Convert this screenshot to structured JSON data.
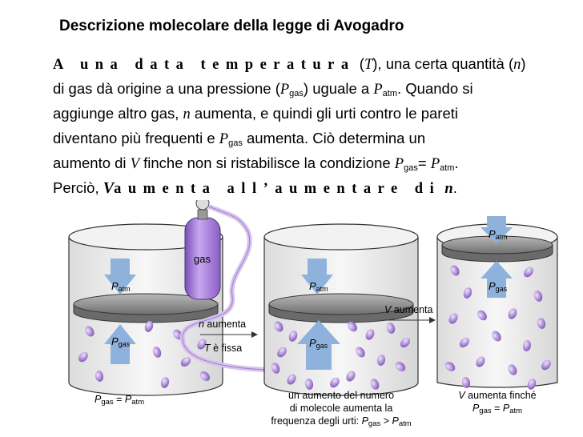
{
  "title": "Descrizione molecolare della legge di Avogadro",
  "paragraph": {
    "l1_spaced": "A una data temperatura",
    "l1_T": "T",
    "l1_mid": "), una certa quantità (",
    "l1_n": "n",
    "l1_end": ")",
    "l2_start": "di gas dà origine a una pressione (",
    "l2_P": "P",
    "l2_gas": "gas",
    "l2_mid": ") uguale a ",
    "l2_P2": "P",
    "l2_atm": "atm",
    "l2_end": ". Quando si",
    "l3_start": "aggiunge altro gas, ",
    "l3_n": "n",
    "l3_end": " aumenta, e quindi gli urti contro le pareti",
    "l4_start": "diventano più frequenti e ",
    "l4_P": "P",
    "l4_gas": "gas",
    "l4_end": " aumenta. Ciò determina un",
    "l5_start": "aumento di ",
    "l5_V": "V",
    "l5_mid": " finche non si ristabilisce la condizione ",
    "l5_P": "P",
    "l5_gas": "gas",
    "l5_eq": "= ",
    "l5_P2": "P",
    "l5_atm": "atm",
    "l5_end": ".",
    "l6_start": "Perciò, ",
    "l6_V": "V",
    "l6_spaced": "aumenta all’aumentare di",
    "l6_n": "n",
    "l6_end": "."
  },
  "figure": {
    "cyl1": {
      "patm_P": "P",
      "patm_sub": "atm",
      "pgas_P": "P",
      "pgas_sub": "gas"
    },
    "tank_label": "gas",
    "arrow1": {
      "n": "n",
      "text": " aumenta",
      "T": "T",
      "text2": " è fissa"
    },
    "cyl2": {
      "patm_P": "P",
      "patm_sub": "atm",
      "pgas_P": "P",
      "pgas_sub": "gas"
    },
    "arrow2": {
      "V": "V",
      "text": " aumenta"
    },
    "cyl3": {
      "patm_P": "P",
      "patm_sub": "atm",
      "pgas_P": "P",
      "pgas_sub": "gas"
    },
    "cap1": {
      "P1": "P",
      "s1": "gas",
      "eq": " = ",
      "P2": "P",
      "s2": "atm"
    },
    "cap2": {
      "l1": "un aumento del numero",
      "l2": "di molecole aumenta la",
      "l3": "frequenza degli urti: ",
      "P1": "P",
      "s1": "gas",
      "gt": " > ",
      "P2": "P",
      "s2": "atm"
    },
    "cap3": {
      "V": "V",
      "l1": " aumenta finché",
      "P1": "P",
      "s1": "gas",
      "eq": " = ",
      "P2": "P",
      "s2": "atm"
    }
  },
  "colors": {
    "glass": "#eeeeee",
    "lid": "#8a8a8a",
    "arrow": "#8fb2dc",
    "molecule": "#b08fd8",
    "tank": "#9b6fcf"
  }
}
